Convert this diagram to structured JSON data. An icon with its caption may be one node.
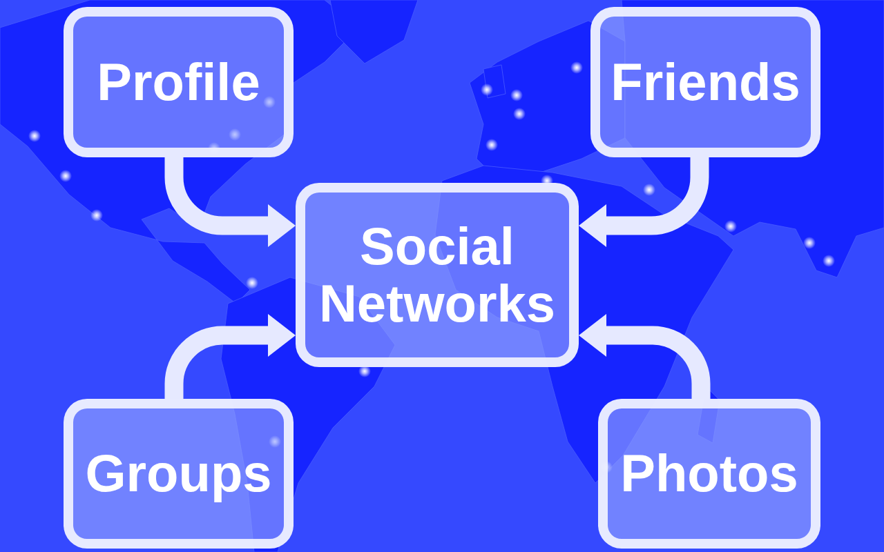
{
  "diagram": {
    "nodes": [
      {
        "text": [
          "Profile"
        ]
      },
      {
        "text": [
          "Friends"
        ]
      },
      {
        "text": [
          "Social Networks"
        ]
      },
      {
        "text": [
          "Groups"
        ]
      },
      {
        "text": [
          "Photos"
        ]
      }
    ],
    "edges": [
      {
        "from": 0,
        "to": 2,
        "arrow": "to"
      },
      {
        "from": 1,
        "to": 2,
        "arrow": "to"
      },
      {
        "from": 3,
        "to": 2,
        "arrow": "to"
      },
      {
        "from": 4,
        "to": 2,
        "arrow": "to"
      }
    ]
  }
}
